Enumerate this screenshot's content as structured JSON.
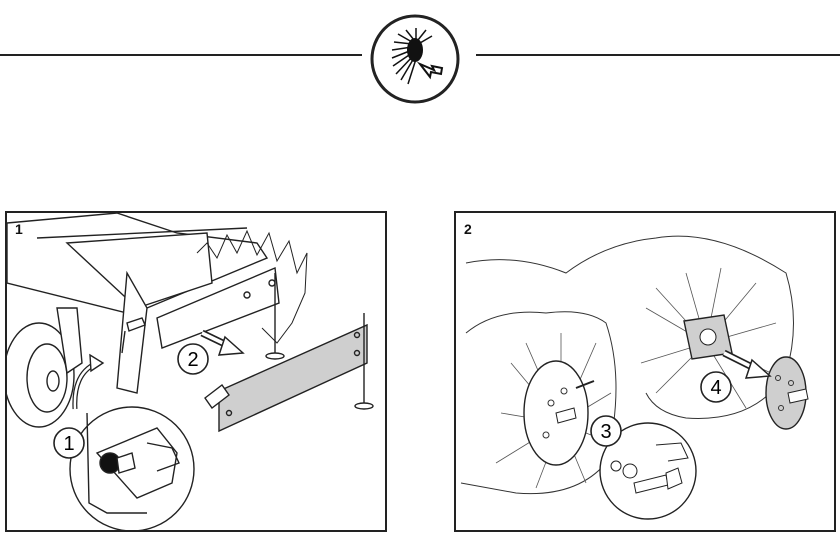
{
  "figures": [
    {
      "number": "1",
      "callouts": [
        "1",
        "2"
      ]
    },
    {
      "number": "2",
      "callouts": [
        "3",
        "4"
      ]
    }
  ],
  "icon": "brush-removal-icon",
  "colors": {
    "line": "#222222",
    "panel_fill": "#cfcfcf",
    "bg": "#ffffff"
  }
}
